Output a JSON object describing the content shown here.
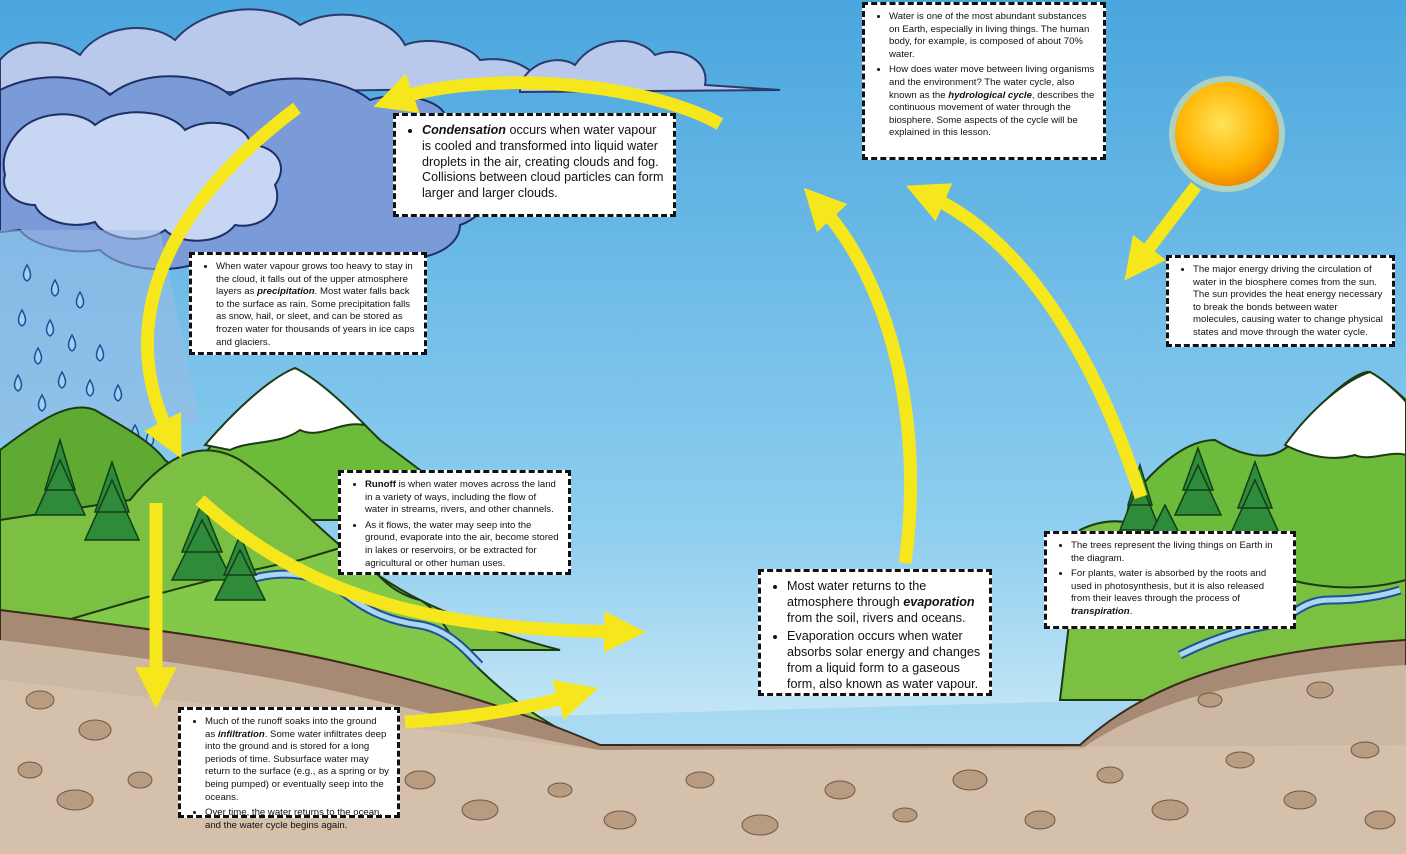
{
  "colors": {
    "sky": "#7ec3ec",
    "arrow": "#f6e61c",
    "cloud": "#7a9ad8",
    "grass": "#7cc043",
    "water": "#a9d7f0",
    "soil": "#c9b29c",
    "sun": "#ffb400"
  },
  "boxes": {
    "abundance": {
      "p1": "Water is one of the most abundant substances on Earth, especially in living things. The human body, for example, is composed of about 70% water.",
      "p2_pre": "How does water move between living organisms and the environment? The water cycle, also known as the ",
      "p2_term": "hydrological cycle",
      "p2_post": ", describes the continuous movement of water through the biosphere. Some aspects of the cycle will be explained in this lesson."
    },
    "condensation": {
      "term": "Condensation",
      "text": " occurs when water vapour is cooled and transformed into liquid water droplets in the air, creating clouds and fog. Collisions between cloud particles can form larger and larger clouds."
    },
    "sun_energy": {
      "text": "The major energy driving the circulation of water in the biosphere comes from the sun. The sun provides the heat energy necessary to break the bonds between water molecules, causing water to change physical states and move through the water cycle."
    },
    "precipitation": {
      "pre": "When water vapour grows too heavy to stay in the cloud, it falls out of the upper atmosphere layers as ",
      "term": "precipitation",
      "post": ". Most water falls back to the surface as rain. Some precipitation falls as snow, hail, or sleet, and can be stored as frozen water for thousands of years in ice caps and glaciers."
    },
    "runoff": {
      "term": "Runoff",
      "p1": " is when water moves across the land in a variety of ways, including the flow of water in streams, rivers, and other channels.",
      "p2": "As it flows, the water may seep into the ground, evaporate into the air, become stored in lakes or reservoirs, or be extracted for agricultural or other human uses."
    },
    "evaporation": {
      "p1_pre": "Most water returns to the atmosphere through ",
      "term": "evaporation",
      "p1_post": " from the soil, rivers and oceans.",
      "p2": "Evaporation occurs when water absorbs solar energy and changes from a liquid form to a gaseous form, also known as water vapour."
    },
    "transpiration": {
      "p1": "The trees represent the living things on Earth in the diagram.",
      "p2_pre": "For plants, water is absorbed by the roots and used in photosynthesis, but it is also released from their leaves through the process of ",
      "term": "transpiration",
      "p2_post": "."
    },
    "infiltration": {
      "p1_pre": "Much of the runoff soaks into the ground as ",
      "term": "infiltration",
      "p1_post": ". Some water infiltrates deep into the ground and is stored for a long periods of time. Subsurface water may return to the surface (e.g., as a spring or by being pumped) or eventually seep into the oceans.",
      "p2": "Over time, the water returns to the ocean, and the water cycle begins again."
    }
  }
}
